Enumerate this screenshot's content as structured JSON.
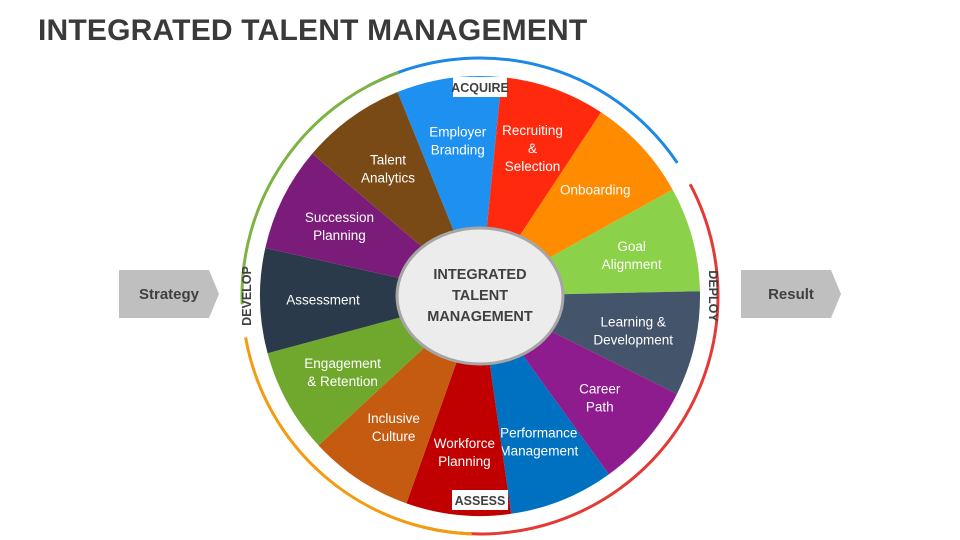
{
  "title": "INTEGRATED TALENT MANAGEMENT",
  "input_label": "Strategy",
  "output_label": "Result",
  "center_lines": [
    "INTEGRATED",
    "TALENT",
    "MANAGEMENT"
  ],
  "stages": {
    "acquire": {
      "label": "ACQUIRE",
      "color": "#1e88e5"
    },
    "deploy": {
      "label": "DEPLOY",
      "color": "#e53935"
    },
    "assess": {
      "label": "ASSESS",
      "color": "#f39c12"
    },
    "develop": {
      "label": "DEVELOP",
      "color": "#7cb342"
    }
  },
  "segments": [
    {
      "lines": [
        "Employer",
        "Branding"
      ],
      "color": "#1e90f0"
    },
    {
      "lines": [
        "Recruiting",
        "&",
        "Selection"
      ],
      "color": "#ff2a0e"
    },
    {
      "lines": [
        "Onboarding"
      ],
      "color": "#ff8c00"
    },
    {
      "lines": [
        "Goal",
        "Alignment"
      ],
      "color": "#8bd14a"
    },
    {
      "lines": [
        "Learning &",
        "Development"
      ],
      "color": "#44546a"
    },
    {
      "lines": [
        "Career",
        "Path"
      ],
      "color": "#8e1c8e"
    },
    {
      "lines": [
        "Performance",
        "Management"
      ],
      "color": "#0070c0"
    },
    {
      "lines": [
        "Workforce",
        "Planning"
      ],
      "color": "#c00000"
    },
    {
      "lines": [
        "Inclusive",
        "Culture"
      ],
      "color": "#c55a11"
    },
    {
      "lines": [
        "Engagement",
        "& Retention"
      ],
      "color": "#70a82e"
    },
    {
      "lines": [
        "Assessment"
      ],
      "color": "#2b3a4a"
    },
    {
      "lines": [
        "Succession",
        "Planning"
      ],
      "color": "#7b1c7b"
    },
    {
      "lines": [
        "Talent",
        "Analytics"
      ],
      "color": "#7a4a16"
    }
  ]
}
